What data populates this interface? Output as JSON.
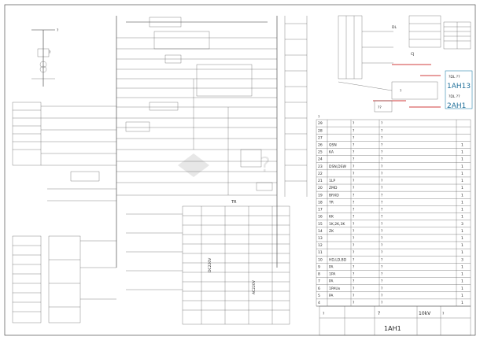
{
  "top_labels": {
    "bus_label": "?",
    "ct_label": "?"
  },
  "right_block": {
    "switch_label": "DL",
    "relay_label": "CJ",
    "inset_box_label": "?",
    "unit_id_1": "1AH13",
    "unit_id_2": "2AH1",
    "unit_note_1": "?DL ??",
    "unit_note_2": "?DL ??",
    "side_label": "??"
  },
  "bottom_left": {
    "voltage_label": "DC220V",
    "voltage_label_2": "AC220V",
    "terminal_block": "TR"
  },
  "table": {
    "header_note": "?",
    "rows": [
      {
        "no": "29",
        "code": "",
        "name": "?",
        "spec": "?",
        "qty": ""
      },
      {
        "no": "28",
        "code": "",
        "name": "?",
        "spec": "?",
        "qty": ""
      },
      {
        "no": "27",
        "code": "",
        "name": "?",
        "spec": "?",
        "qty": ""
      },
      {
        "no": "26",
        "code": "QSN",
        "name": "?",
        "spec": "?",
        "qty": "1"
      },
      {
        "no": "25",
        "code": "KA",
        "name": "?",
        "spec": "?",
        "qty": "1"
      },
      {
        "no": "24",
        "code": "",
        "name": "?",
        "spec": "?",
        "qty": "1"
      },
      {
        "no": "23",
        "code": "DSN,DSW",
        "name": "?",
        "spec": "?",
        "qty": "1"
      },
      {
        "no": "22",
        "code": "",
        "name": "?",
        "spec": "?",
        "qty": "1"
      },
      {
        "no": "21",
        "code": "1LP",
        "name": "?",
        "spec": "?",
        "qty": "1"
      },
      {
        "no": "20",
        "code": "ZMD",
        "name": "?",
        "spec": "?",
        "qty": "1"
      },
      {
        "no": "19",
        "code": "BRXD",
        "name": "?",
        "spec": "?",
        "qty": "1"
      },
      {
        "no": "18",
        "code": "TR",
        "name": "?",
        "spec": "?",
        "qty": "1"
      },
      {
        "no": "17",
        "code": "",
        "name": "?",
        "spec": "?",
        "qty": "1"
      },
      {
        "no": "16",
        "code": "KK",
        "name": "?",
        "spec": "?",
        "qty": "1"
      },
      {
        "no": "15",
        "code": "1K,2K,3K",
        "name": "?",
        "spec": "?",
        "qty": "3"
      },
      {
        "no": "14",
        "code": "ZK",
        "name": "?",
        "spec": "?",
        "qty": "1"
      },
      {
        "no": "13",
        "code": "",
        "name": "?",
        "spec": "?",
        "qty": "1"
      },
      {
        "no": "12",
        "code": "",
        "name": "?",
        "spec": "?",
        "qty": "1"
      },
      {
        "no": "11",
        "code": "",
        "name": "?",
        "spec": "?",
        "qty": "1"
      },
      {
        "no": "10",
        "code": "HD,LD,BD",
        "name": "?",
        "spec": "?",
        "qty": "3"
      },
      {
        "no": "9",
        "code": "PA",
        "name": "?",
        "spec": "?",
        "qty": "1"
      },
      {
        "no": "8",
        "code": "1PA",
        "name": "?",
        "spec": "?",
        "qty": "1"
      },
      {
        "no": "7",
        "code": "PA",
        "name": "?",
        "spec": "?",
        "qty": "1"
      },
      {
        "no": "6",
        "code": "1PAUx",
        "name": "?",
        "spec": "?",
        "qty": "1"
      },
      {
        "no": "5",
        "code": "PA",
        "name": "?",
        "spec": "?",
        "qty": "1"
      },
      {
        "no": "4",
        "code": "",
        "name": "?",
        "spec": "?",
        "qty": "1"
      }
    ]
  },
  "title_block": {
    "drawing_name": "?",
    "drawing_no": "1AH1",
    "voltage": "10kV",
    "scale_label": "?",
    "sheet_label": "?"
  },
  "watermark": "?"
}
